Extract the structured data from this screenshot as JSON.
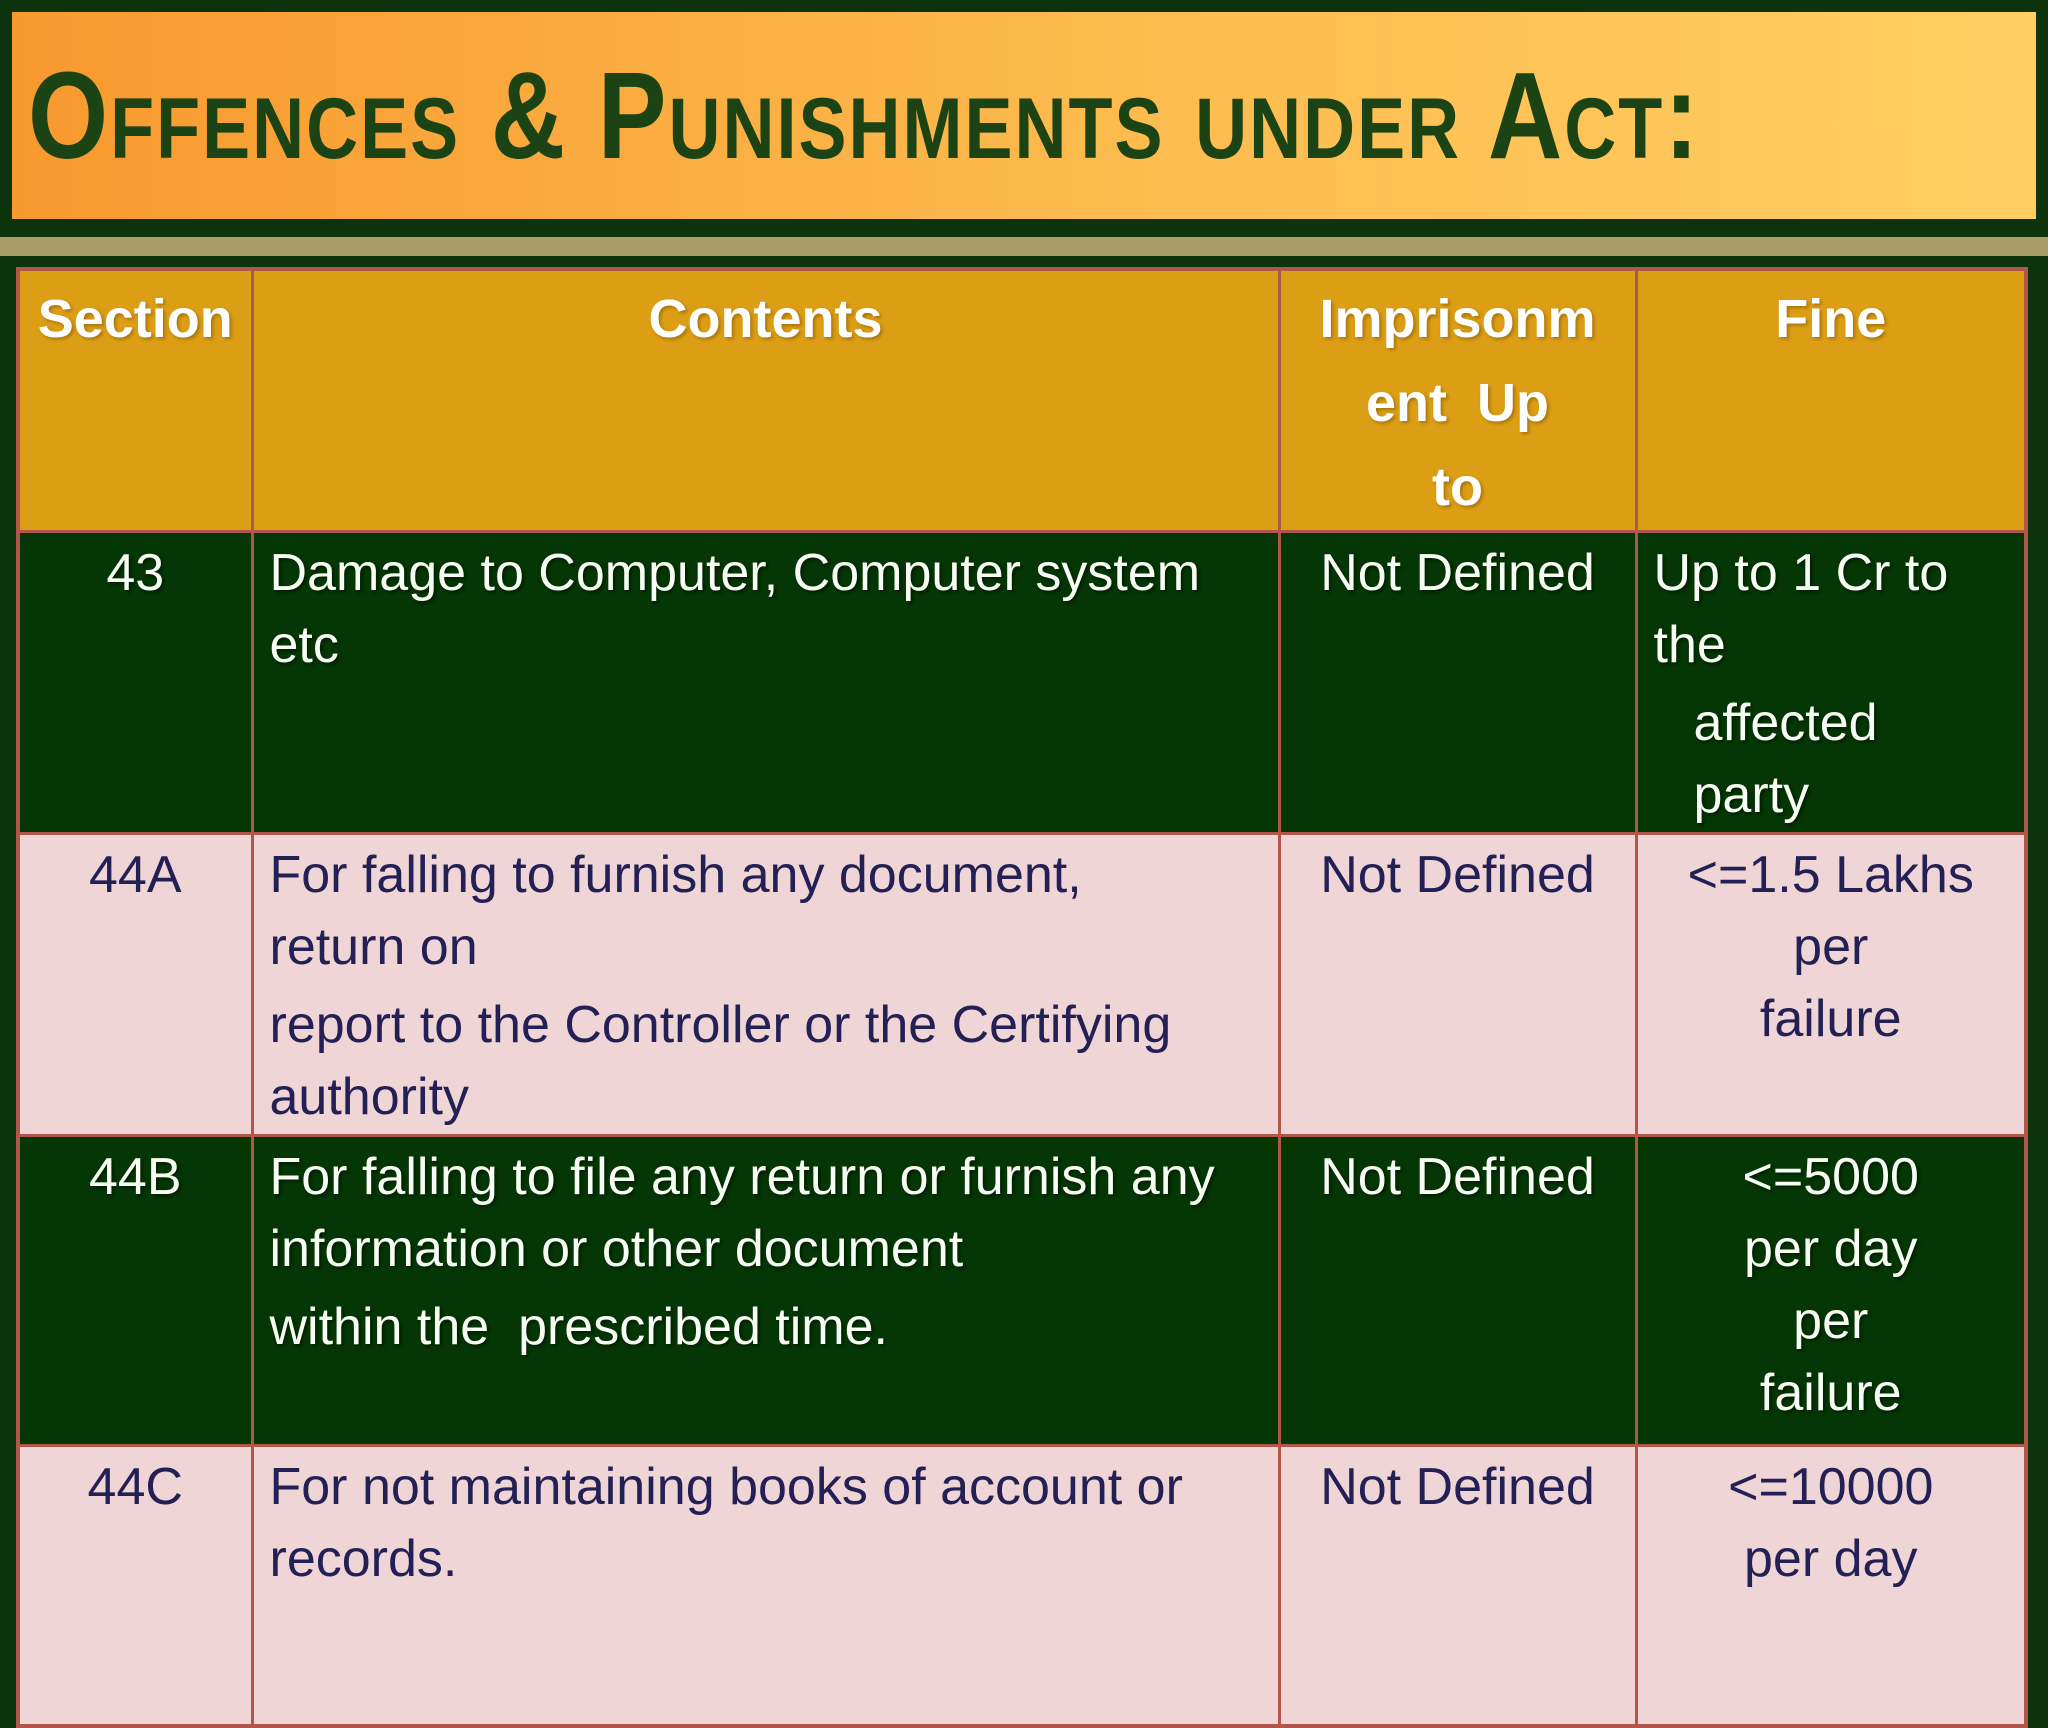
{
  "title": {
    "text": "Offences & Punishments under Act:"
  },
  "colors": {
    "slide_background": "#0d330d",
    "title_gradient_left": "#f8992e",
    "title_gradient_right": "#ffce62",
    "title_text": "#1c4314",
    "divider_stripe": "#a89b63",
    "header_background": "#dc9e14",
    "header_text": "#ffffff",
    "row_green_background": "#053605",
    "row_green_text": "#f7fdf2",
    "row_pink_background": "#efd5d5",
    "row_pink_text": "#232055",
    "table_border": "#b0564a"
  },
  "table": {
    "headers": {
      "section": "Section",
      "contents": "Contents",
      "imprisonment_lines": [
        "Imprisonm",
        "ent  Up",
        "to"
      ],
      "fine": "Fine"
    },
    "rows": [
      {
        "section": "43",
        "contents": [
          [
            "Damage to Computer, Computer system",
            "etc"
          ]
        ],
        "imprisonment": "Not Defined",
        "fine": [
          [
            "Up to 1 Cr to",
            "the"
          ],
          [
            "affected",
            "party"
          ]
        ]
      },
      {
        "section": "44A",
        "contents": [
          [
            "For falling to furnish any document,",
            "return on"
          ],
          [
            "report to the Controller or the Certifying",
            "authority"
          ]
        ],
        "imprisonment": "Not Defined",
        "fine": [
          [
            "<=1.5 Lakhs",
            "per",
            "failure"
          ]
        ]
      },
      {
        "section": "44B",
        "contents": [
          [
            "For falling to file any return or furnish any",
            "information or other document"
          ],
          [
            "within the  prescribed time."
          ]
        ],
        "imprisonment": "Not Defined",
        "fine": [
          [
            "<=5000",
            "per day",
            "per",
            "failure"
          ]
        ]
      },
      {
        "section": "44C",
        "contents": [
          [
            "For not maintaining books of account or",
            "records."
          ]
        ],
        "imprisonment": "Not Defined",
        "fine": [
          [
            "<=10000",
            "per day"
          ]
        ]
      }
    ]
  }
}
